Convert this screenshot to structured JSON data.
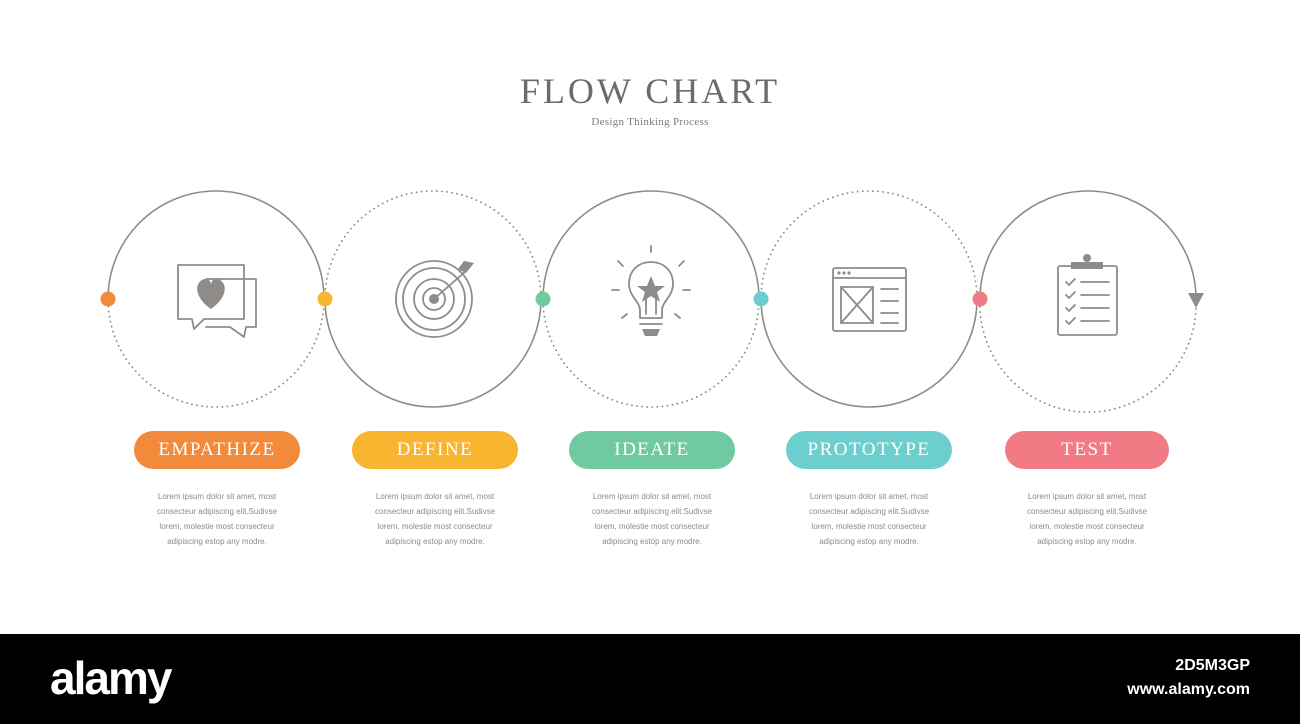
{
  "title": "FLOW CHART",
  "subtitle": "Design Thinking Process",
  "steps": [
    {
      "label": "EMPATHIZE",
      "color": "#f28a3b",
      "icon": "chat-heart-icon",
      "desc": [
        "Lorem ipsum dolor sit amet, most",
        "consecteur adipiscing elit.Sudivse",
        "lorem, molestie most consecteur",
        "adipiscing estop any modre."
      ]
    },
    {
      "label": "DEFINE",
      "color": "#f9b52f",
      "icon": "target-icon",
      "desc": [
        "Lorem ipsum dolor sit amet, most",
        "consecteur adipiscing elit.Sudivse",
        "lorem, molestie most consecteur",
        "adipiscing estop any modre."
      ]
    },
    {
      "label": "IDEATE",
      "color": "#6fcaa2",
      "icon": "lightbulb-icon",
      "desc": [
        "Lorem ipsum dolor sit amet, most",
        "consecteur adipiscing elit.Sudivse",
        "lorem, molestie most consecteur",
        "adipiscing estop any modre."
      ]
    },
    {
      "label": "PROTOTYPE",
      "color": "#6dcfcd",
      "icon": "wireframe-icon",
      "desc": [
        "Lorem ipsum dolor sit amet, most",
        "consecteur adipiscing elit.Sudivse",
        "lorem, molestie most consecteur",
        "adipiscing estop any modre."
      ]
    },
    {
      "label": "TEST",
      "color": "#f27a85",
      "icon": "clipboard-checklist-icon",
      "desc": [
        "Lorem ipsum dolor sit amet, most",
        "consecteur adipiscing elit.Sudivse",
        "lorem, molestie most consecteur",
        "adipiscing estop any modre."
      ]
    }
  ],
  "stroke_color": "#8f8b88",
  "watermark": {
    "brand": "alamy",
    "code": "2D5M3GP",
    "url": "www.alamy.com"
  }
}
